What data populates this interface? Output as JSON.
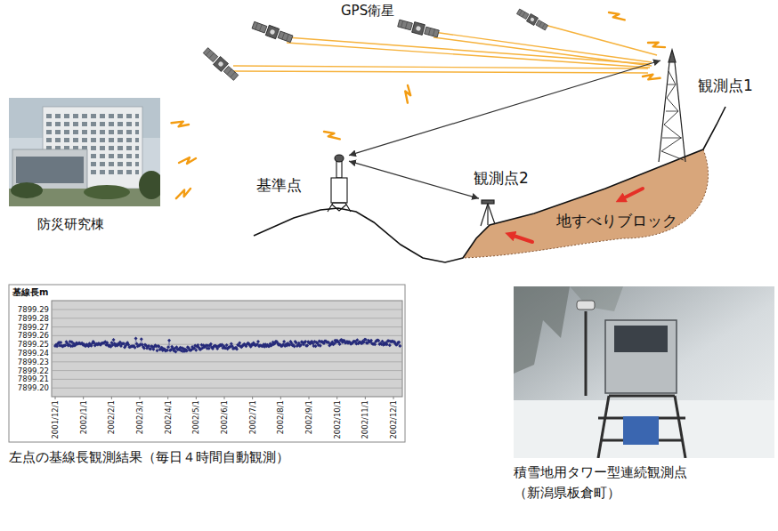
{
  "diagram": {
    "nodes": [
      {
        "text": [
          "基準点"
        ]
      },
      {
        "text": [
          "観測点2"
        ]
      },
      {
        "text": [
          "観測点1"
        ]
      }
    ],
    "edges": [
      {
        "from": 0,
        "to": 2,
        "arrow": "both"
      },
      {
        "from": 0,
        "to": 1,
        "arrow": "both"
      }
    ],
    "labels": [
      "GPS衛星",
      "防災研究棟",
      "地すべりブロック",
      "基線長m",
      "7899.29",
      "7899.28",
      "7899.27",
      "7899.26",
      "7899.25",
      "7899.24",
      "7899.23",
      "7899.22",
      "7899.21",
      "7899.20",
      "2001/12/1",
      "2002/1/1",
      "2002/2/1",
      "2002/3/1",
      "2002/4/1",
      "2002/5/1",
      "2002/6/1",
      "2002/7/1",
      "2002/8/1",
      "2002/9/1",
      "2002/10/1",
      "2002/11/1",
      "2002/12/1",
      "左点の基線長観測結果（毎日４時間自動観測）",
      "積雪地用タワー型連続観測点 （新潟県板倉町）"
    ]
  }
}
